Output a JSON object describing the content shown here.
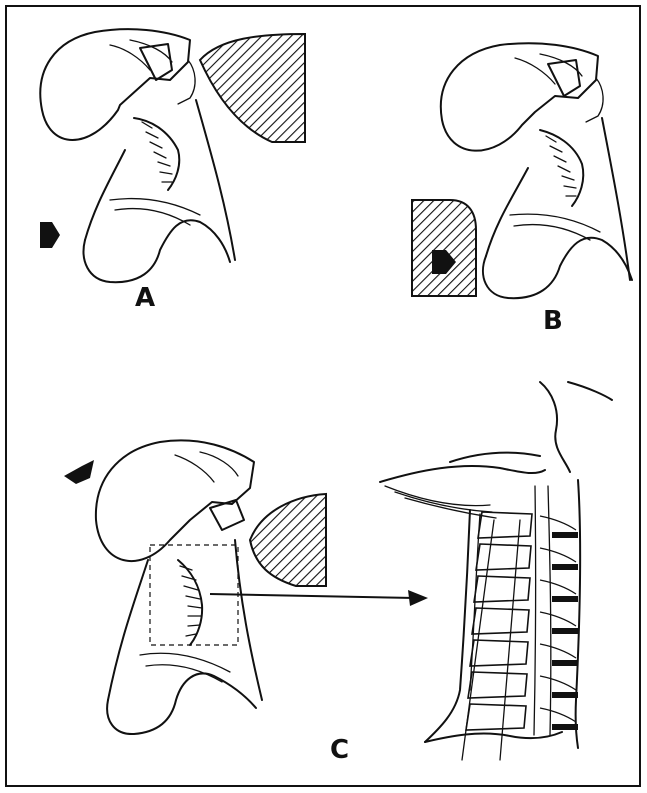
{
  "figure": {
    "panels": [
      {
        "id": "A",
        "label": "A"
      },
      {
        "id": "B",
        "label": "B"
      },
      {
        "id": "C",
        "label": "C"
      }
    ],
    "colors": {
      "ink": "#111111",
      "paper": "#ffffff"
    }
  }
}
